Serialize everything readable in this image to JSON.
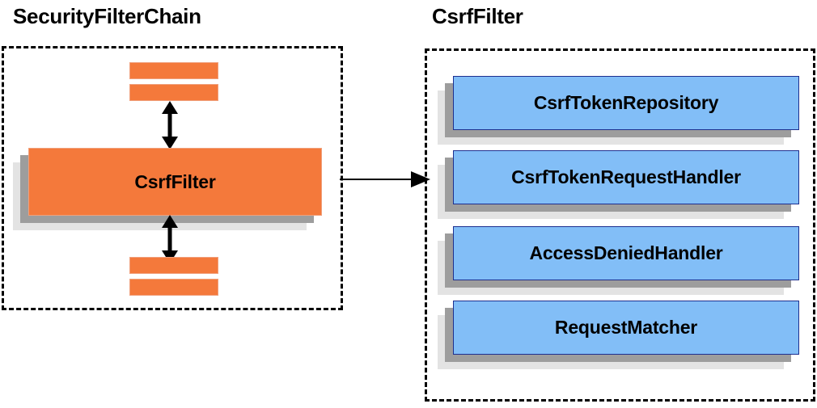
{
  "diagram": {
    "title": "SecurityFilterChain / CsrfFilter collaborators",
    "colors": {
      "orange_fill": "#f4793b",
      "orange_border": "#f0a07c",
      "blue_fill": "#82bef7",
      "blue_border": "#1d2f8f",
      "shadow_mid": "#9d9d9d",
      "shadow_back": "#e3e3e3",
      "outline": "#000000",
      "background": "#ffffff"
    }
  },
  "left_panel": {
    "title": "SecurityFilterChain",
    "main_box": {
      "label": "CsrfFilter"
    },
    "filters_above": [
      {
        "label": ""
      },
      {
        "label": ""
      }
    ],
    "filters_below": [
      {
        "label": ""
      },
      {
        "label": ""
      }
    ],
    "arrows": {
      "up": "double-headed-vertical-arrow",
      "down": "double-headed-vertical-arrow"
    }
  },
  "right_panel": {
    "title": "CsrfFilter",
    "collaborators": [
      {
        "label": "CsrfTokenRepository"
      },
      {
        "label": "CsrfTokenRequestHandler"
      },
      {
        "label": "AccessDeniedHandler"
      },
      {
        "label": "RequestMatcher"
      }
    ]
  },
  "connector": {
    "type": "single-headed-arrow",
    "from": "SecurityFilterChain panel",
    "to": "CsrfFilter panel"
  }
}
